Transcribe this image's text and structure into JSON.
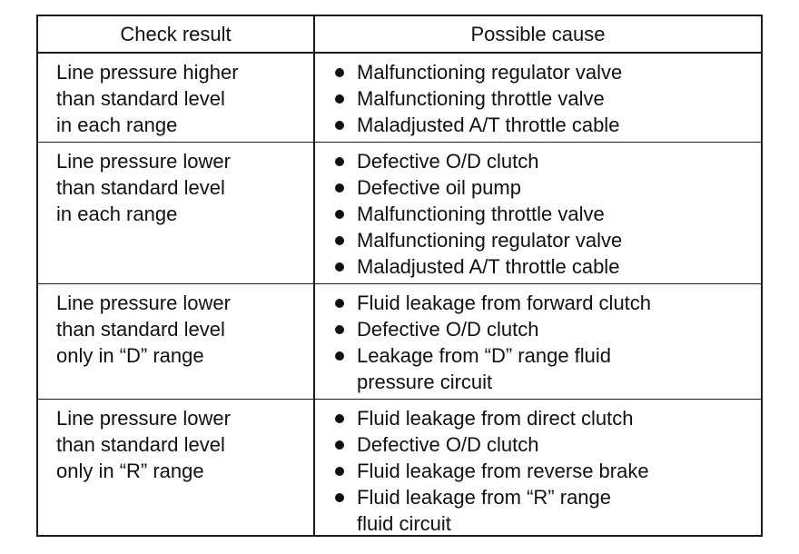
{
  "table": {
    "headers": {
      "check_result": "Check result",
      "possible_cause": "Possible cause"
    },
    "rows": [
      {
        "result_lines": [
          "Line pressure higher",
          "than standard level",
          "in each range"
        ],
        "causes": [
          [
            "Malfunctioning regulator valve"
          ],
          [
            "Malfunctioning throttle valve"
          ],
          [
            "Maladjusted A/T throttle cable"
          ]
        ]
      },
      {
        "result_lines": [
          "Line pressure lower",
          "than standard level",
          "in each range"
        ],
        "causes": [
          [
            "Defective O/D clutch"
          ],
          [
            "Defective oil pump"
          ],
          [
            "Malfunctioning throttle valve"
          ],
          [
            "Malfunctioning regulator valve"
          ],
          [
            "Maladjusted A/T throttle cable"
          ]
        ]
      },
      {
        "result_lines": [
          "Line pressure lower",
          "than standard level",
          "only in “D” range"
        ],
        "causes": [
          [
            "Fluid leakage from forward clutch"
          ],
          [
            "Defective O/D clutch"
          ],
          [
            "Leakage from “D” range fluid",
            "pressure circuit"
          ]
        ]
      },
      {
        "result_lines": [
          "Line pressure lower",
          "than standard level",
          "only in “R” range"
        ],
        "causes": [
          [
            "Fluid leakage from direct clutch"
          ],
          [
            "Defective O/D clutch"
          ],
          [
            "Fluid leakage from reverse brake"
          ],
          [
            "Fluid leakage from “R” range",
            "fluid circuit"
          ]
        ]
      }
    ]
  }
}
